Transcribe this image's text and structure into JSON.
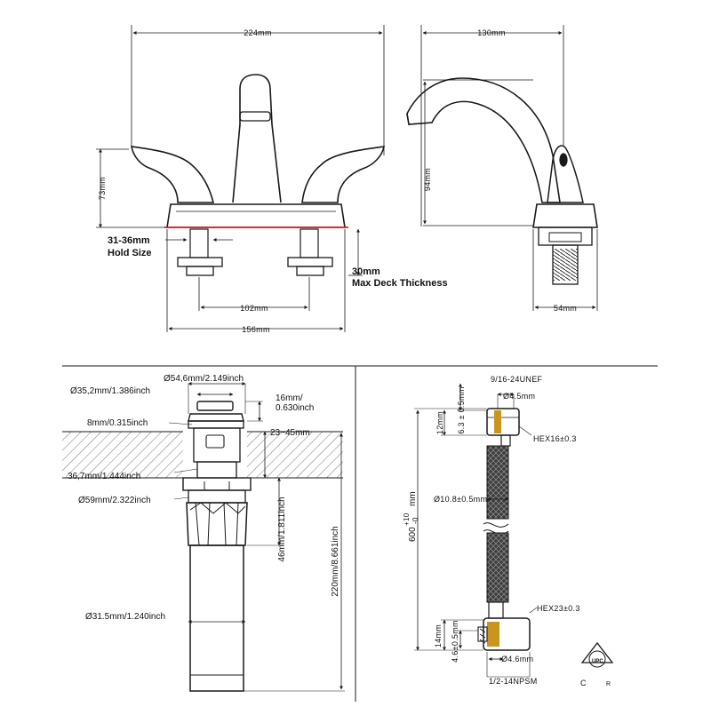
{
  "faucet_front": {
    "overall_width": "224mm",
    "height": "73mm",
    "hole_size_value": "31-36mm",
    "hole_size_label": "Hold Size",
    "deck_value": "30mm",
    "deck_label": "Max Deck Thickness",
    "center_spacing": "102mm",
    "base_width": "156mm"
  },
  "faucet_side": {
    "reach": "130mm",
    "height": "94mm",
    "base_depth": "54mm"
  },
  "drain": {
    "cap_diameter": "Ø54,6mm/2.149inch",
    "cap_inner_diameter": "Ø35,2mm/1.386inch",
    "cap_height_1": "16mm/",
    "cap_height_2": "0.630inch",
    "flange_height": "8mm/0.315inch",
    "deck_range": "23~45mm",
    "neck_diameter": "36,7mm/1.444inch",
    "nut_diameter": "Ø59mm/2.322inch",
    "thread_length": "46mm/1.811inch",
    "total_length": "220mm/8.661inch",
    "tail_diameter": "Ø31.5mm/1.240inch"
  },
  "hose": {
    "top_thread": "9/16-24UNEF",
    "top_bore": "Ø4.5mm",
    "top_nut_height": "12mm",
    "top_insert": "6.3 ± 0.5mm",
    "top_hex": "HEX16±0.3",
    "hose_diameter": "Ø10.8±0.5mm",
    "length_main": "600",
    "length_tol_plus": "+10",
    "length_tol_minus": "-0",
    "length_unit": "mm",
    "bottom_hex": "HEX23±0.3",
    "bottom_nut_height": "14mm",
    "bottom_insert": "4.6±0.5mm",
    "bottom_bore": "Ø4.6mm",
    "bottom_thread": "1/2-14NPSM"
  },
  "certification": {
    "mark": "UPC",
    "left_letter": "C",
    "right_letter": "R"
  },
  "colors": {
    "line": "#1a1a1a",
    "deck_marker": "#e0202a",
    "hatch": "#777777",
    "hose_braid": "#3a3a3a",
    "brass": "#c8961e"
  }
}
